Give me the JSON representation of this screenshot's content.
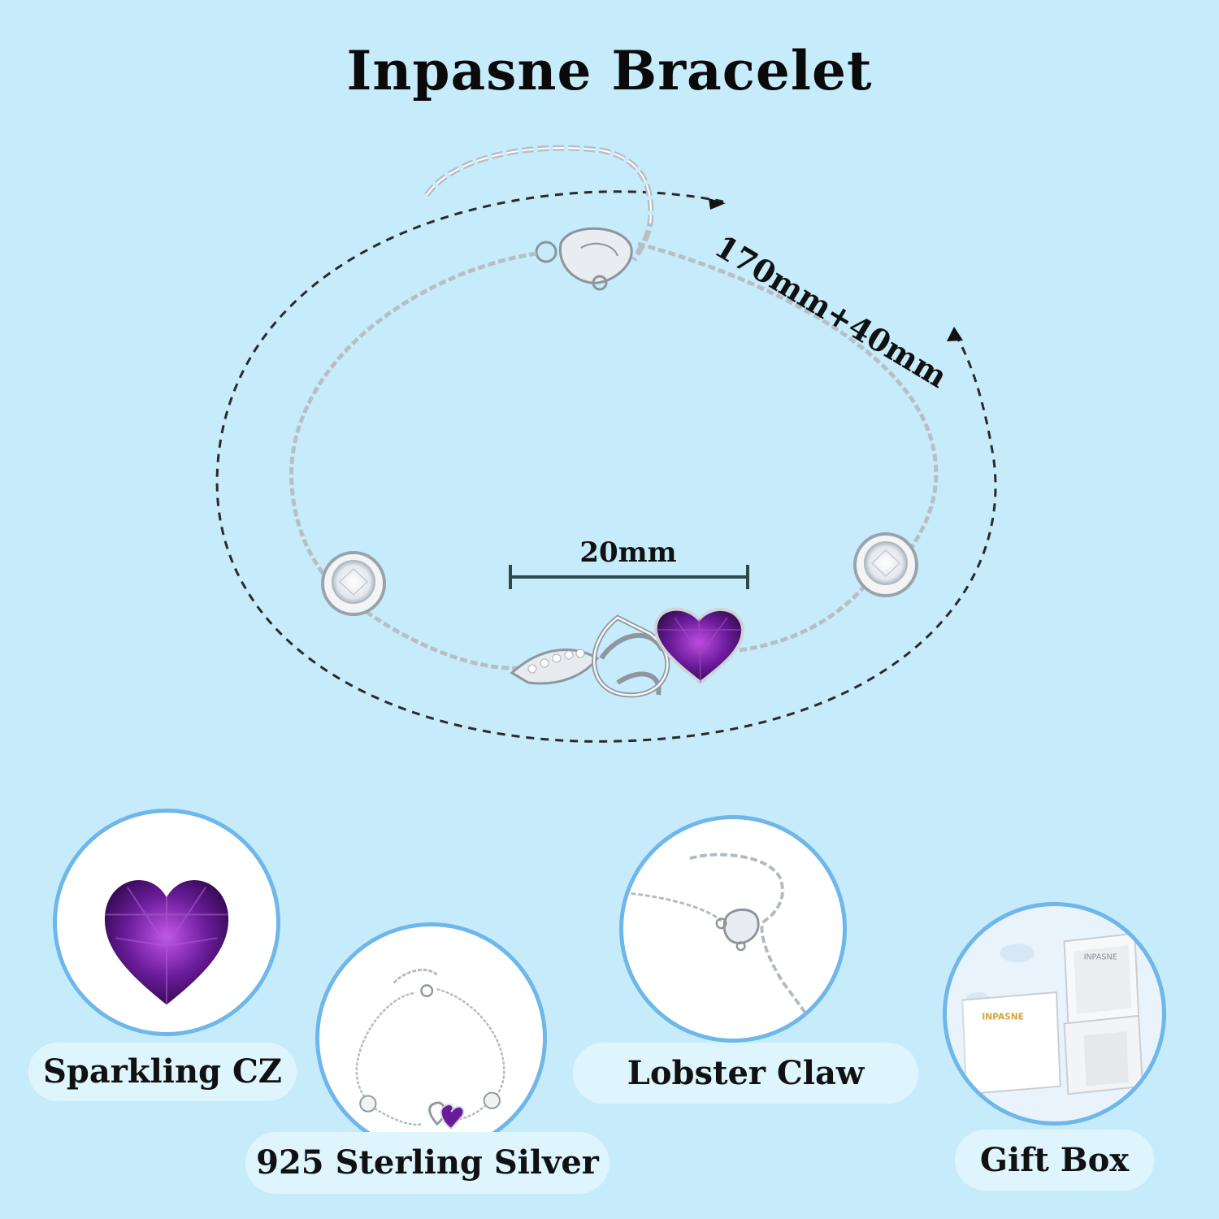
{
  "title": "Inpasne Bracelet",
  "dimensions": {
    "length": "170mm+40mm",
    "charm_width": "20mm"
  },
  "features": [
    {
      "label": "Sparkling CZ",
      "icon": "heart-gem-icon"
    },
    {
      "label": "925 Sterling Silver",
      "icon": "bracelet-icon"
    },
    {
      "label": "Lobster Claw",
      "icon": "lobster-claw-icon"
    },
    {
      "label": "Gift Box",
      "icon": "gift-box-icon"
    }
  ],
  "gift_box_brand": "INPASNE",
  "colors": {
    "background": "#c6ecfb",
    "gem": "#6a1b9a",
    "circle_border": "#6fb6ea",
    "pill": "#dff5fd"
  }
}
